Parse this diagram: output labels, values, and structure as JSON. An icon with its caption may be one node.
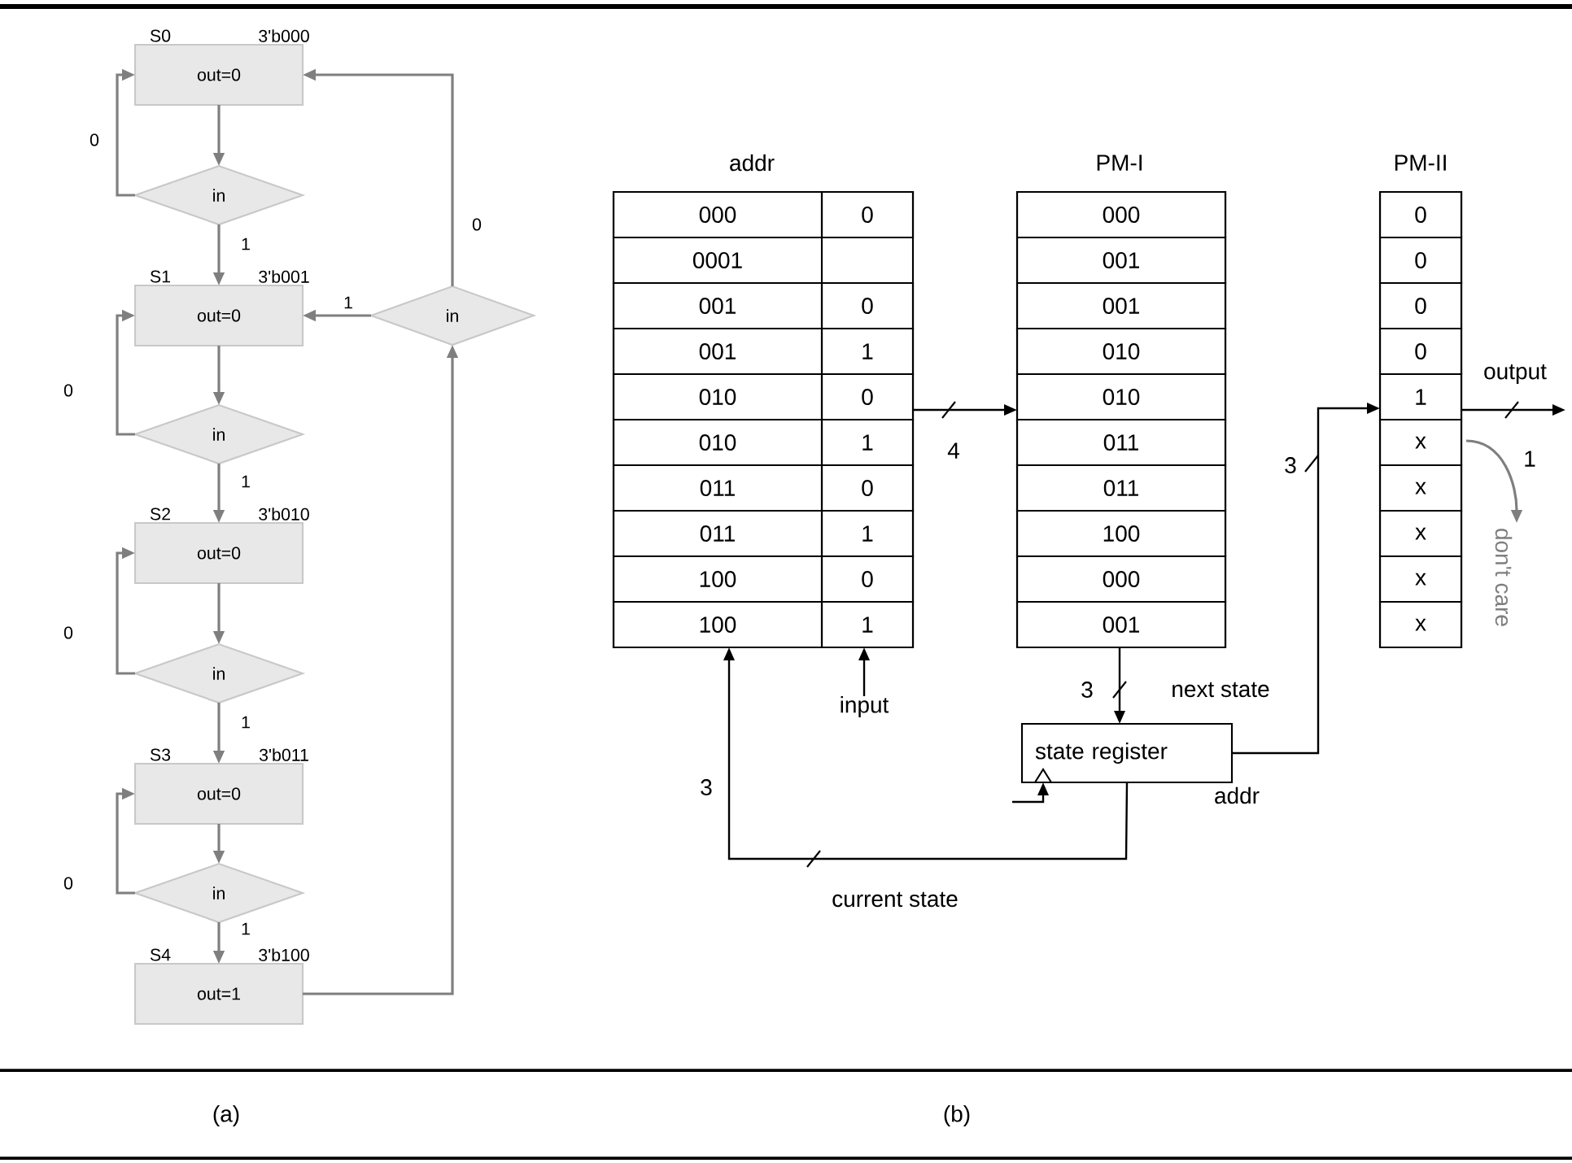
{
  "diagram": {
    "nodes": [
      {
        "text": [
          "out=0"
        ],
        "beside": [
          "S0",
          "3'b000"
        ]
      },
      {
        "text": [
          "in"
        ]
      },
      {
        "text": [
          "out=0"
        ],
        "beside": [
          "S1",
          "3'b001"
        ]
      },
      {
        "text": [
          "in"
        ]
      },
      {
        "text": [
          "out=0"
        ],
        "beside": [
          "S2",
          "3'b010"
        ]
      },
      {
        "text": [
          "in"
        ]
      },
      {
        "text": [
          "out=0"
        ],
        "beside": [
          "S3",
          "3'b011"
        ]
      },
      {
        "text": [
          "in"
        ]
      },
      {
        "text": [
          "out=1"
        ],
        "beside": [
          "S4",
          "3'b100"
        ]
      },
      {
        "text": [
          "in"
        ]
      },
      {
        "text": [
          "addr",
          "000",
          "0001",
          "001",
          "001",
          "010",
          "010",
          "011",
          "011",
          "100",
          "100",
          "0",
          "0",
          "1",
          "0",
          "1",
          "0",
          "1",
          "0",
          "1"
        ]
      },
      {
        "text": [
          "PM-I",
          "000",
          "001",
          "001",
          "010",
          "010",
          "011",
          "011",
          "100",
          "000",
          "001"
        ]
      },
      {
        "text": [
          "PM-II",
          "0",
          "0",
          "0",
          "0",
          "1",
          "x",
          "x",
          "x",
          "x",
          "x"
        ]
      },
      {
        "text": [
          "state register"
        ]
      },
      {
        "text": [
          "input"
        ]
      },
      {
        "text": [
          "don't care"
        ]
      }
    ],
    "edges": [
      {
        "from": 0,
        "to": 1,
        "arrow": "to"
      },
      {
        "from": 1,
        "to": 0,
        "arrow": "to",
        "label": "0"
      },
      {
        "from": 1,
        "to": 2,
        "arrow": "to",
        "label": "1"
      },
      {
        "from": 2,
        "to": 3,
        "arrow": "to"
      },
      {
        "from": 3,
        "to": 2,
        "arrow": "to",
        "label": "0"
      },
      {
        "from": 3,
        "to": 4,
        "arrow": "to",
        "label": "1"
      },
      {
        "from": 4,
        "to": 5,
        "arrow": "to"
      },
      {
        "from": 5,
        "to": 4,
        "arrow": "to",
        "label": "0"
      },
      {
        "from": 5,
        "to": 6,
        "arrow": "to",
        "label": "1"
      },
      {
        "from": 6,
        "to": 7,
        "arrow": "to"
      },
      {
        "from": 7,
        "to": 6,
        "arrow": "to",
        "label": "0"
      },
      {
        "from": 7,
        "to": 8,
        "arrow": "to",
        "label": "1"
      },
      {
        "from": 8,
        "to": 9,
        "arrow": "to"
      },
      {
        "from": 9,
        "to": 0,
        "arrow": "to",
        "label": "0"
      },
      {
        "from": 9,
        "to": 2,
        "arrow": "to",
        "label": "1"
      },
      {
        "from": 10,
        "to": 11,
        "arrow": "to",
        "label": "4",
        "color": "#000000"
      },
      {
        "from": 14,
        "to": 10,
        "arrow": "to",
        "color": "#000000"
      },
      {
        "from": 11,
        "to": 13,
        "arrow": "to",
        "label": "3",
        "color": "#000000"
      },
      {
        "from": 13,
        "to": 10,
        "arrow": "to",
        "label": "current state",
        "color": "#000000"
      },
      {
        "from": 13,
        "to": 12,
        "arrow": "to",
        "label": "3",
        "color": "#000000"
      },
      {
        "from": 12,
        "to": null,
        "arrow": "to",
        "label": "output",
        "color": "#000000"
      },
      {
        "from": null,
        "to": 13,
        "arrow": "to",
        "color": "#000000"
      },
      {
        "from": 12,
        "to": 15,
        "arrow": "to"
      }
    ],
    "labels": [
      "next state",
      "addr",
      "3",
      "1",
      "(a)",
      "(b)"
    ]
  }
}
